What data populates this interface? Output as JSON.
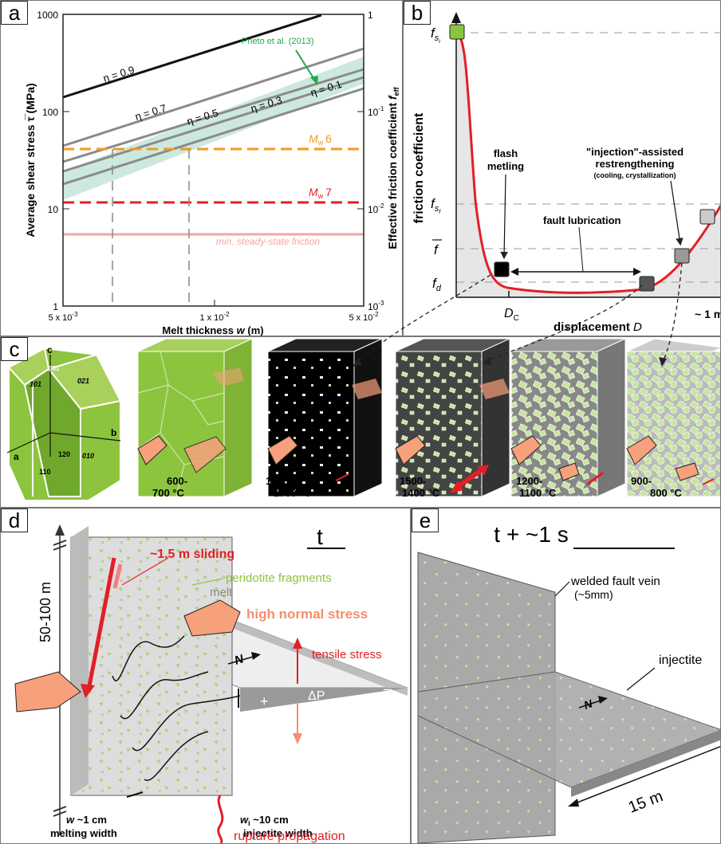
{
  "panels": {
    "a": "a",
    "b": "b",
    "c": "c",
    "d": "d",
    "e": "e"
  },
  "panel_a": {
    "y_left_label": "Average shear stress τ̅ (MPa)",
    "y_right_label": "Effective friction coefficient",
    "y_right_label_f": "f",
    "y_right_label_sub": "eff",
    "x_label": "Melt thickness",
    "x_label_w": "w",
    "x_label_unit": "(m)",
    "y_left_ticks": [
      "1",
      "10",
      "100",
      "1000"
    ],
    "y_right_ticks": [
      "10",
      "10",
      "10",
      "1"
    ],
    "y_right_exps": [
      "-3",
      "-2",
      "-1",
      ""
    ],
    "x_ticks": [
      "5 x 10",
      "1 x 10",
      "5 x 10"
    ],
    "x_exps": [
      "-3",
      "-2",
      "-2"
    ],
    "eta_labels": [
      "η = 0.9",
      "η = 0.7",
      "η = 0.5",
      "η = 0.3",
      "η = 0.1"
    ],
    "prieto_label": "Prieto et al. (2013)",
    "mw6": "M",
    "mw6_sub": "w",
    "mw6_val": "6",
    "mw7": "M",
    "mw7_sub": "w",
    "mw7_val": "7",
    "min_friction": "min. steady-state friction",
    "colors": {
      "mw6": "#f39a1e",
      "mw7": "#e21f26",
      "minfric": "#f2a6a6",
      "band": "#cde9df",
      "prieto": "#25a84a"
    }
  },
  "panel_b": {
    "y_label": "friction coefficient",
    "x_label": "displacement",
    "x_label_D": "D",
    "fsi": "f",
    "fsi_sub": "s",
    "fsi_sub2": "i",
    "fsf": "f",
    "fsf_sub": "s",
    "fsf_sub2": "f",
    "fbar": "f",
    "fd": "f",
    "fd_sub": "d",
    "dc": "D",
    "dc_sub": "C",
    "one_m": "~ 1 m",
    "flash1": "flash",
    "flash2": "metling",
    "lubrication": "fault lubrication",
    "injection1": "\"injection\"-assisted",
    "injection2": "restrengthening",
    "injection3": "(cooling, crystallization)"
  },
  "panel_c": {
    "axis_c": "c",
    "axis_b": "b",
    "axis_a": "a",
    "faces": [
      "101",
      "021",
      "120",
      "010",
      "110",
      "001"
    ],
    "temps": [
      {
        "t1": "600-",
        "t2": "700 °C"
      },
      {
        "t1": "1800-",
        "t2": "1700 °C"
      },
      {
        "t1": "1500-",
        "t2": "1400 °C"
      },
      {
        "t1": "1200-",
        "t2": "1100 °C"
      },
      {
        "t1": "900-",
        "t2": "800 °C"
      }
    ]
  },
  "panel_d": {
    "time": "t",
    "sliding": "~1.5 m sliding",
    "peridotite": "peridotite fragments",
    "melt": "melt",
    "normal_stress": "high normal stress",
    "tensile": "tensile stress",
    "height": "50-100 m",
    "w_label": "w",
    "w_val": " ~1 cm",
    "melting_width": "melting width",
    "wi_label": "w",
    "wi_sub": "i",
    "wi_val": " ~10 cm",
    "injectite_width": "injectite width",
    "rupture": "rupture propagation",
    "dp": "ΔP",
    "plus": "+",
    "minus": "–",
    "north": "N"
  },
  "panel_e": {
    "time": "t + ~1 s",
    "welded1": "welded fault vein",
    "welded2": "(~5mm)",
    "injectite": "injectite",
    "length": "15 m",
    "north": "N"
  }
}
